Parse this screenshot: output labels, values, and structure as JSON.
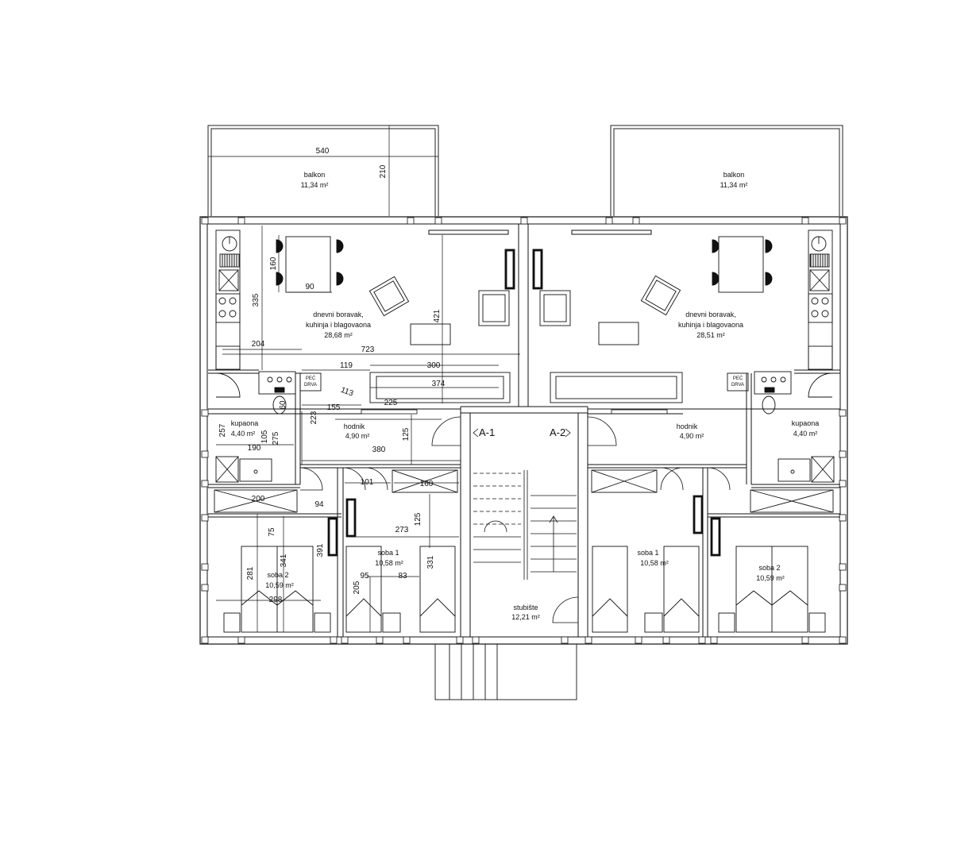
{
  "rooms": {
    "balcony_left": {
      "name": "balkon",
      "area": "11,34 m²"
    },
    "balcony_right": {
      "name": "balkon",
      "area": "11,34 m²"
    },
    "living_left": {
      "line1": "dnevni boravak,",
      "line2": "kuhinja i blagovaona",
      "area": "28,68 m²"
    },
    "living_right": {
      "line1": "dnevni boravak,",
      "line2": "kuhinja i blagovaona",
      "area": "28,51 m²"
    },
    "hall_left": {
      "name": "hodnik",
      "area": "4,90 m²"
    },
    "hall_right": {
      "name": "hodnik",
      "area": "4,90 m²"
    },
    "bath_left": {
      "name": "kupaona",
      "area": "4,40 m²"
    },
    "bath_right": {
      "name": "kupaona",
      "area": "4,40 m²"
    },
    "bed1_left": {
      "name": "soba 1",
      "area": "10,58 m²"
    },
    "bed2_left": {
      "name": "soba 2",
      "area": "10,59 m²"
    },
    "bed1_right": {
      "name": "soba 1",
      "area": "10,58 m²"
    },
    "bed2_right": {
      "name": "soba 2",
      "area": "10,59 m²"
    },
    "stairs": {
      "name": "stubište",
      "area": "12,21 m²"
    }
  },
  "labels": {
    "flat_a1": "A-1",
    "flat_a2": "A-2",
    "stove_left": {
      "line1": "PEĆ",
      "line2": "DRVA"
    },
    "stove_right": {
      "line1": "PEĆ",
      "line2": "DRVA"
    }
  },
  "dimensions": {
    "balcony_width": "540",
    "balcony_depth": "210",
    "table_depth": "160",
    "table_width": "90",
    "kitchen_depth": "335",
    "living_depth": "421",
    "d204": "204",
    "d723": "723",
    "d119": "119",
    "d300": "300",
    "d374": "374",
    "d113": "113",
    "d225": "225",
    "d155": "155",
    "d223": "223",
    "d60": "60",
    "d105": "105",
    "d275": "275",
    "d125a": "125",
    "d257": "257",
    "d190": "190",
    "d380": "380",
    "d101": "101",
    "d160b": "160",
    "d200": "200",
    "d94": "94",
    "d125b": "125",
    "d273": "273",
    "d75": "75",
    "d391": "391",
    "d341": "341",
    "d281": "281",
    "d331": "331",
    "d95": "95",
    "d83": "83",
    "d205": "205",
    "d298": "298"
  }
}
